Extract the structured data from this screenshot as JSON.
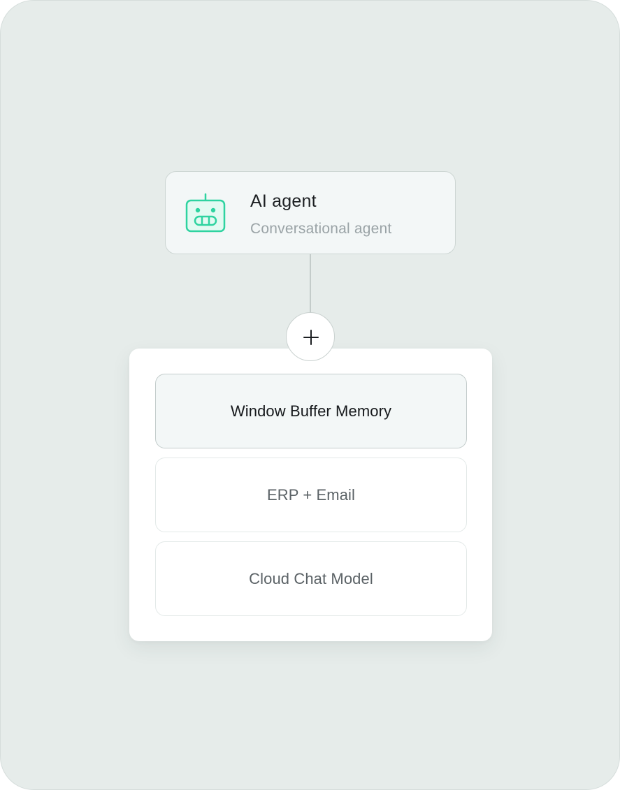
{
  "agent_node": {
    "icon": "robot-icon",
    "title": "AI agent",
    "subtitle": "Conversational agent"
  },
  "add_button": {
    "icon": "plus-icon"
  },
  "options": [
    {
      "label": "Window Buffer Memory",
      "selected": true
    },
    {
      "label": "ERP + Email",
      "selected": false
    },
    {
      "label": "Cloud Chat Model",
      "selected": false
    }
  ],
  "colors": {
    "accent": "#2ed3a0",
    "background": "#e6ecea",
    "panel": "#ffffff"
  }
}
